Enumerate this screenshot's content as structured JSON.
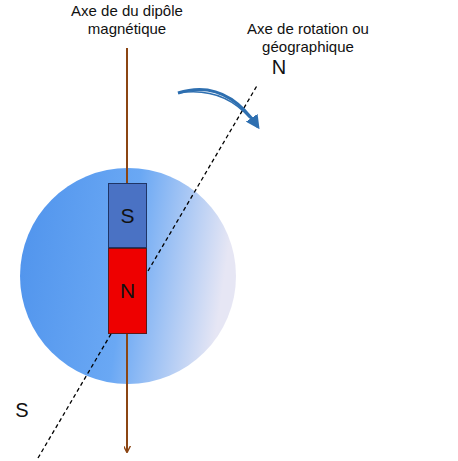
{
  "diagram": {
    "nodes": [
      {
        "text": [
          "S"
        ]
      },
      {
        "text": [
          "N"
        ]
      }
    ],
    "labels": [
      "Axe de du dipôle magnétique",
      "Axe de rotation ou géographique",
      "N",
      "S"
    ]
  }
}
